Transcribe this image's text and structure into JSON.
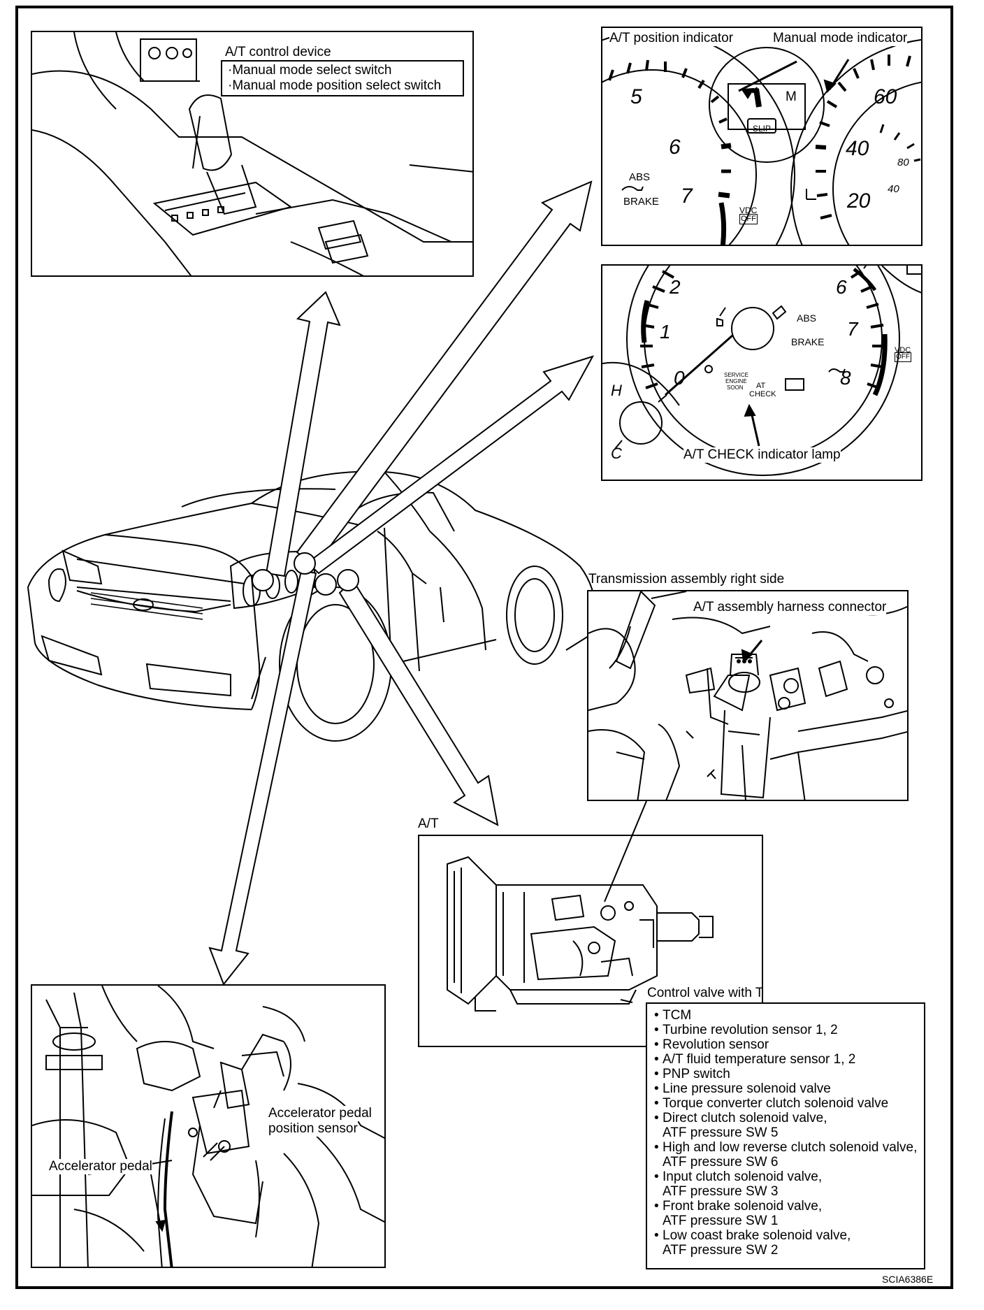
{
  "device_panel": {
    "title": "A/T control device",
    "items": [
      "Manual mode select switch",
      "Manual mode position select switch"
    ]
  },
  "meter_panel": {
    "position_indicator": "A/T position indicator",
    "manual_indicator": "Manual mode indicator",
    "gauge_left": [
      "5",
      "6",
      "7"
    ],
    "gauge_right": [
      "60",
      "40",
      "20"
    ],
    "gauge_right_small": [
      "80",
      "40"
    ],
    "abs": "ABS",
    "brake": "BRAKE",
    "slip": "SLIP",
    "vdc": "VDC",
    "off": "OFF",
    "gear_display": "1",
    "mode_display": "M"
  },
  "check_panel": {
    "label": "A/T CHECK indicator lamp",
    "tach_numbers": [
      "2",
      "1",
      "0",
      "6",
      "7",
      "8"
    ],
    "abs": "ABS",
    "brake": "BRAKE",
    "vdc": "VDC",
    "off": "OFF",
    "service": "SERVICE",
    "engine": "ENGINE",
    "soon": "SOON",
    "at": "AT",
    "check": "CHECK",
    "temp_h": "H",
    "temp_c": "C"
  },
  "harness_panel": {
    "caption": "Transmission assembly right side",
    "connector_label": "A/T assembly harness connector"
  },
  "at_panel": {
    "caption": "A/T",
    "valve_label": "Control valve with TCM",
    "items": [
      {
        "text": "TCM"
      },
      {
        "text": "Turbine revolution sensor 1, 2"
      },
      {
        "text": "Revolution sensor"
      },
      {
        "text": "A/T fluid temperature sensor 1, 2"
      },
      {
        "text": "PNP switch"
      },
      {
        "text": "Line pressure solenoid valve"
      },
      {
        "text": "Torque converter clutch solenoid valve"
      },
      {
        "text": "Direct clutch solenoid valve,",
        "cont": "ATF pressure SW 5"
      },
      {
        "text": "High and low reverse clutch solenoid valve,",
        "cont": "ATF pressure SW 6"
      },
      {
        "text": "Input clutch solenoid valve,",
        "cont": "ATF pressure SW 3"
      },
      {
        "text": "Front brake solenoid valve,",
        "cont": "ATF pressure SW 1"
      },
      {
        "text": "Low coast brake solenoid valve,",
        "cont": "ATF pressure SW 2"
      }
    ]
  },
  "pedal_panel": {
    "sensor_label_1": "Accelerator pedal",
    "sensor_label_2": "position sensor",
    "pedal_label": "Accelerator pedal"
  },
  "figure_code": "SCIA6386E"
}
